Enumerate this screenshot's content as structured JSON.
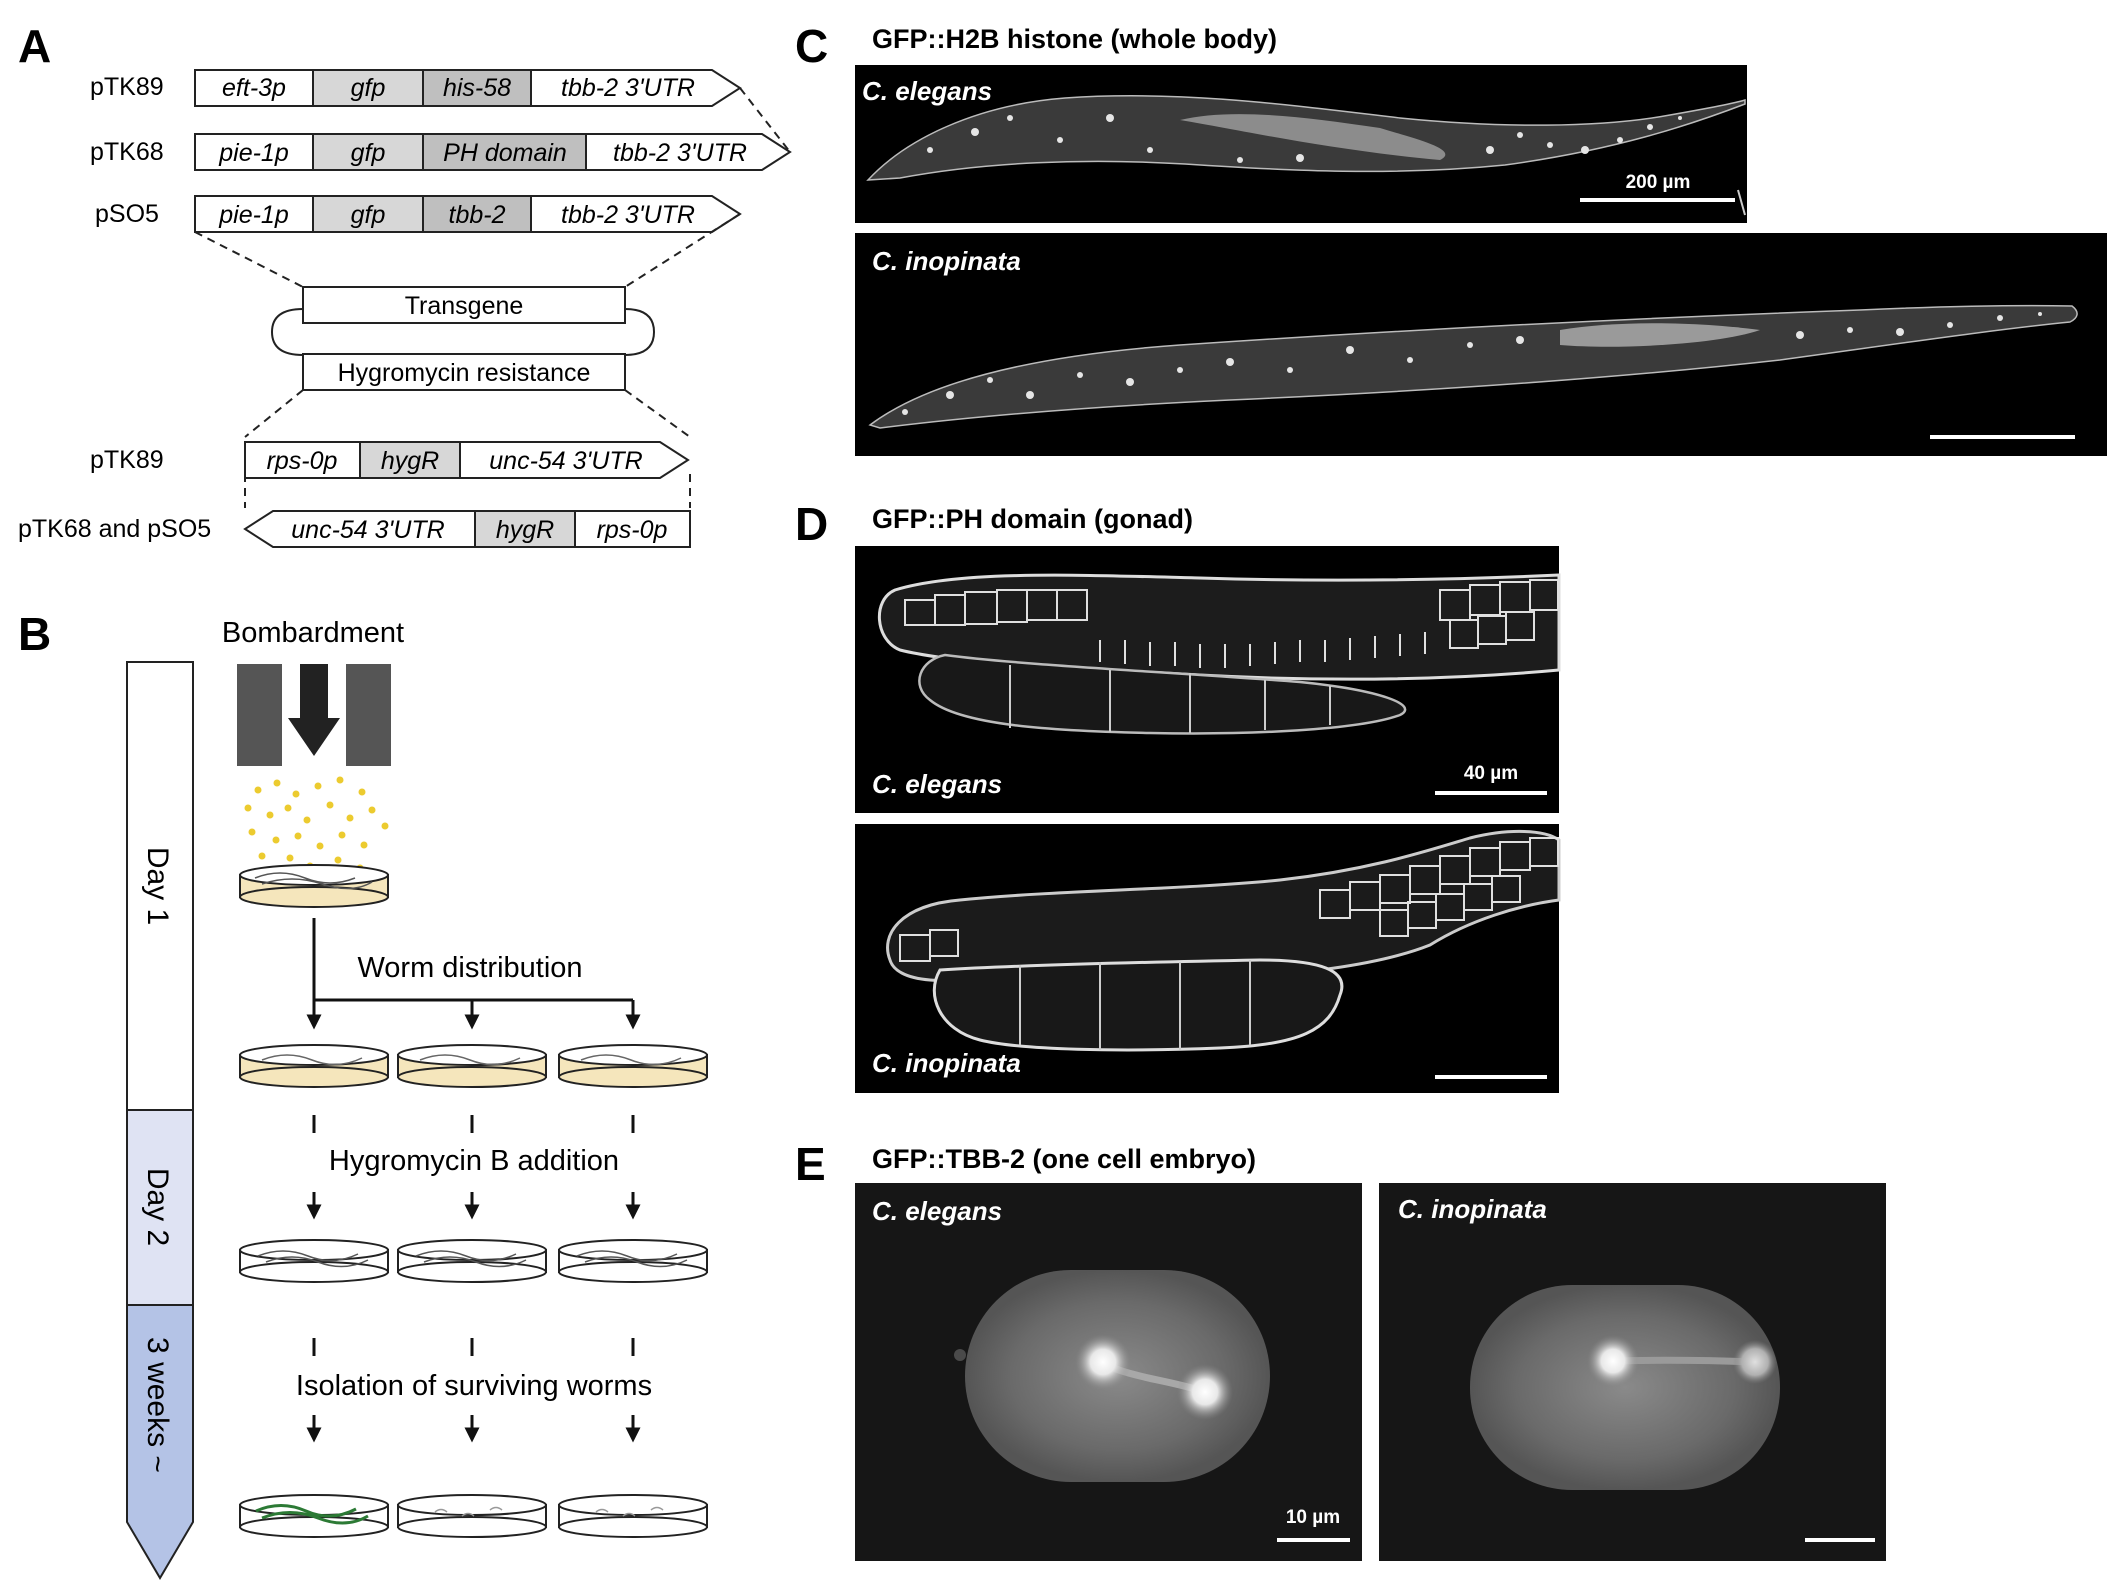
{
  "panel_letters": {
    "a": "A",
    "b": "B",
    "c": "C",
    "d": "D",
    "e": "E"
  },
  "panel_a": {
    "constructs": [
      {
        "name": "pTK89",
        "promoter": "eft-3p",
        "gfp": "gfp",
        "fusion": "his-58",
        "utr": "tbb-2 3'UTR"
      },
      {
        "name": "pTK68",
        "promoter": "pie-1p",
        "gfp": "gfp",
        "fusion": "PH domain",
        "utr": "tbb-2 3'UTR"
      },
      {
        "name": "pSO5",
        "promoter": "pie-1p",
        "gfp": "gfp",
        "fusion": "tbb-2",
        "utr": "tbb-2 3'UTR"
      }
    ],
    "plasmid": {
      "transgene": "Transgene",
      "resistance": "Hygromycin resistance"
    },
    "resistance_cassettes": [
      {
        "name": "pTK89",
        "parts": [
          "rps-0p",
          "hygR",
          "unc-54 3'UTR"
        ]
      },
      {
        "name": "pTK68 and pSO5",
        "parts": [
          "unc-54 3'UTR",
          "hygR",
          "rps-0p"
        ]
      }
    ]
  },
  "panel_b": {
    "bombardment": "Bombardment",
    "distribution": "Worm distribution",
    "hygromycin": "Hygromycin B addition",
    "isolation": "Isolation of surviving worms",
    "timeline": [
      "Day 1",
      "Day 2",
      "3 weeks ~"
    ],
    "colors": {
      "agar": "#f5e6bc",
      "timeline_day2": "#dfe3f3",
      "timeline_weeks": "#b4c3e6",
      "particles": "#eccb2f",
      "gfp_worm": "#2c7a35",
      "holder": "#555555"
    }
  },
  "panel_c": {
    "title": "GFP::H2B histone (whole body)",
    "species": [
      "C. elegans",
      "C. inopinata"
    ],
    "scale": "200 µm"
  },
  "panel_d": {
    "title": "GFP::PH domain (gonad)",
    "species": [
      "C. elegans",
      "C. inopinata"
    ],
    "scale": "40 µm"
  },
  "panel_e": {
    "title": "GFP::TBB-2 (one cell embryo)",
    "species": [
      "C. elegans",
      "C. inopinata"
    ],
    "scale": "10 µm"
  }
}
